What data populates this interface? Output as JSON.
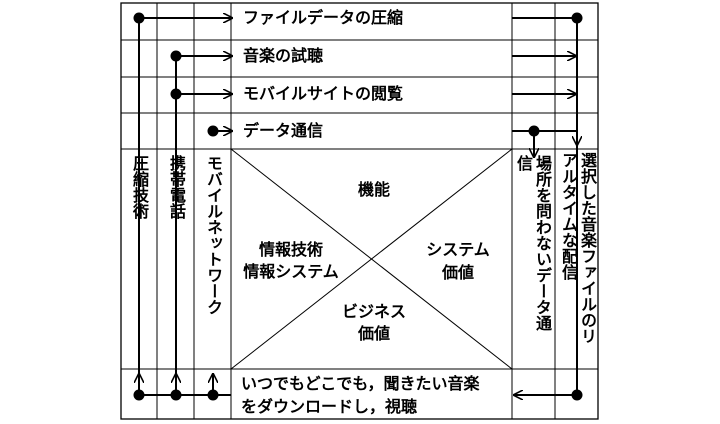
{
  "rows": {
    "row1": "ファイルデータの圧縮",
    "row2": "音楽の試聴",
    "row3": "モバイルサイトの閲覧",
    "row4": "データ通信"
  },
  "columns": {
    "left1": "圧縮技術",
    "left2": "携帯電話",
    "left3": "モバイルネットワーク",
    "right1a": "場所を問わないデータ通",
    "right1b": "信",
    "right2a": "選択した音楽ファイルのリ",
    "right2b": "アルタイムな配信"
  },
  "quadrants": {
    "top": "機能",
    "left_line1": "情報技術",
    "left_line2": "情報システム",
    "right_line1": "システム",
    "right_line2": "価値",
    "bottom_line1": "ビジネス",
    "bottom_line2": "価値"
  },
  "bottom": {
    "line1": "いつでもどこでも，聞きたい音楽",
    "line2": "をダウンロードし，視聴"
  }
}
